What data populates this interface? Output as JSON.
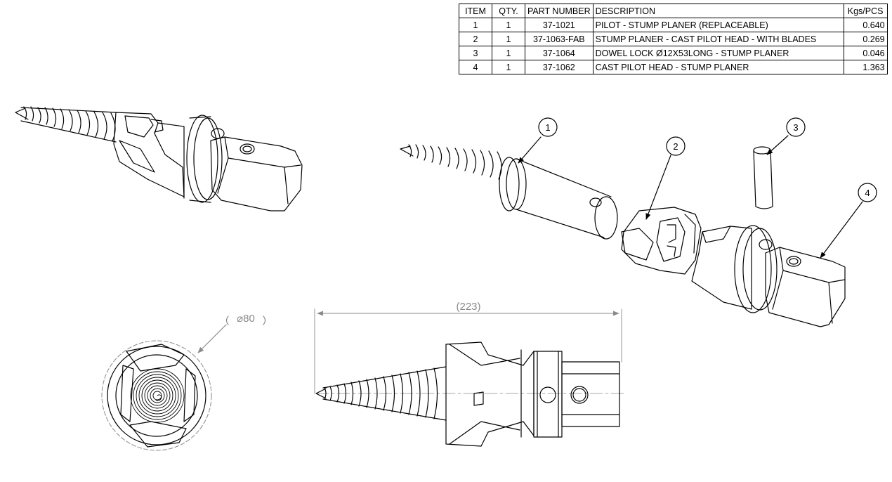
{
  "bom": {
    "headers": {
      "item": "ITEM",
      "qty": "QTY.",
      "part_number": "PART NUMBER",
      "description": "DESCRIPTION",
      "weight": "Kgs/PCS"
    },
    "rows": [
      {
        "item": "1",
        "qty": "1",
        "part_number": "37-1021",
        "description": "PILOT - STUMP PLANER (REPLACEABLE)",
        "weight": "0.640"
      },
      {
        "item": "2",
        "qty": "1",
        "part_number": "37-1063-FAB",
        "description": "STUMP PLANER - CAST PILOT HEAD - WITH BLADES",
        "weight": "0.269"
      },
      {
        "item": "3",
        "qty": "1",
        "part_number": "37-1064",
        "description": "DOWEL LOCK Ø12X53LONG - STUMP PLANER",
        "weight": "0.046"
      },
      {
        "item": "4",
        "qty": "1",
        "part_number": "37-1062",
        "description": "CAST PILOT HEAD - STUMP PLANER",
        "weight": "1.363"
      }
    ]
  },
  "balloons": [
    "1",
    "2",
    "3",
    "4"
  ],
  "dimensions": {
    "diameter": "⌀80",
    "length": "(223)"
  },
  "colors": {
    "line": "#000000",
    "dimension": "#8a8a8a"
  }
}
